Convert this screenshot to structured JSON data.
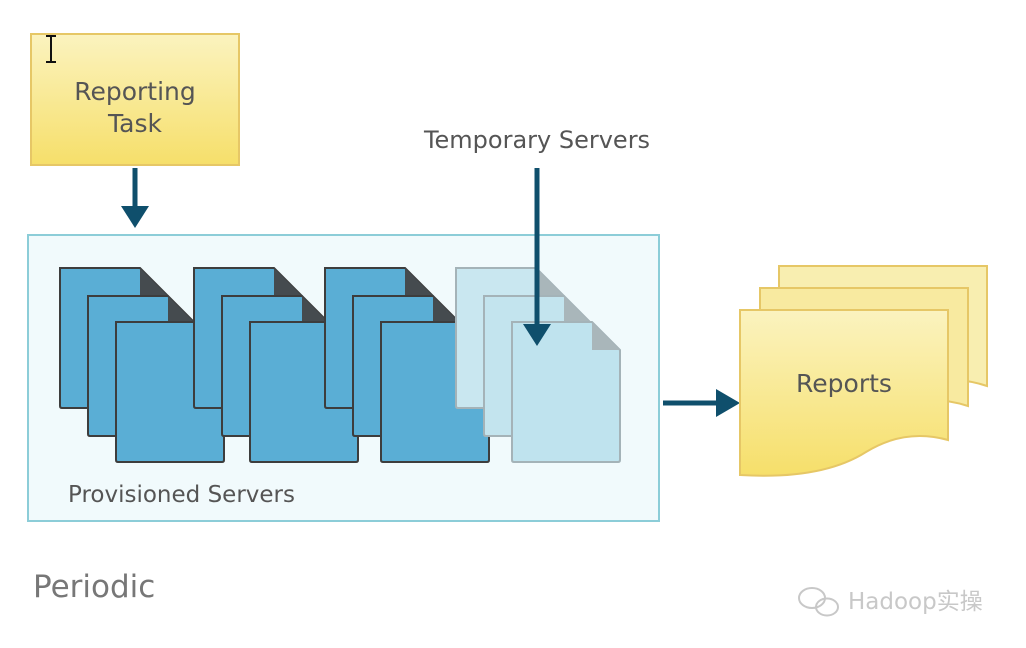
{
  "reporting_task": {
    "line1": "Reporting",
    "line2": "Task"
  },
  "temporary_servers": {
    "label": "Temporary Servers"
  },
  "provisioned_servers": {
    "label": "Provisioned Servers"
  },
  "reports": {
    "label": "Reports"
  },
  "footer": {
    "label": "Periodic"
  },
  "watermark": {
    "text": "Hadoop实操"
  },
  "colors": {
    "note_fill": "#f8e889",
    "note_border": "#e5c562",
    "container_fill": "#f1fafc",
    "container_border": "#8ccdd8",
    "server_fill": "#5aaed5",
    "server_temp_fill": "#bfe3ee",
    "arrow": "#0f4f6c",
    "text": "#555555"
  }
}
